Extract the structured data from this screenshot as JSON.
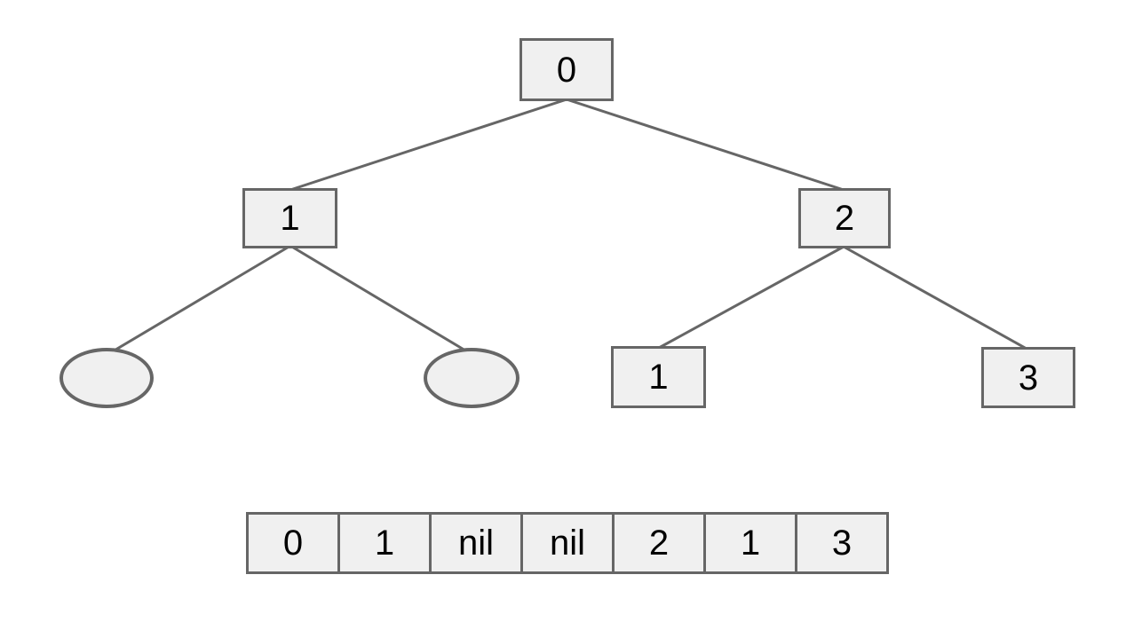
{
  "diagram": {
    "type": "binary-tree-with-level-order-array",
    "colors": {
      "node_fill": "#f0f0f0",
      "node_stroke": "#666666",
      "edge_stroke": "#666666",
      "text": "#000000",
      "background": "#ffffff"
    },
    "tree": {
      "nodes": [
        {
          "label": "0",
          "shape": "rect"
        },
        {
          "label": "1",
          "shape": "rect"
        },
        {
          "label": "2",
          "shape": "rect"
        },
        {
          "label": "",
          "shape": "ellipse"
        },
        {
          "label": "",
          "shape": "ellipse"
        },
        {
          "label": "1",
          "shape": "rect"
        },
        {
          "label": "3",
          "shape": "rect"
        }
      ],
      "edges": [
        [
          0,
          1
        ],
        [
          0,
          2
        ],
        [
          1,
          3
        ],
        [
          1,
          4
        ],
        [
          2,
          5
        ],
        [
          2,
          6
        ]
      ]
    },
    "array": {
      "cells": [
        "0",
        "1",
        "nil",
        "nil",
        "2",
        "1",
        "3"
      ]
    }
  }
}
